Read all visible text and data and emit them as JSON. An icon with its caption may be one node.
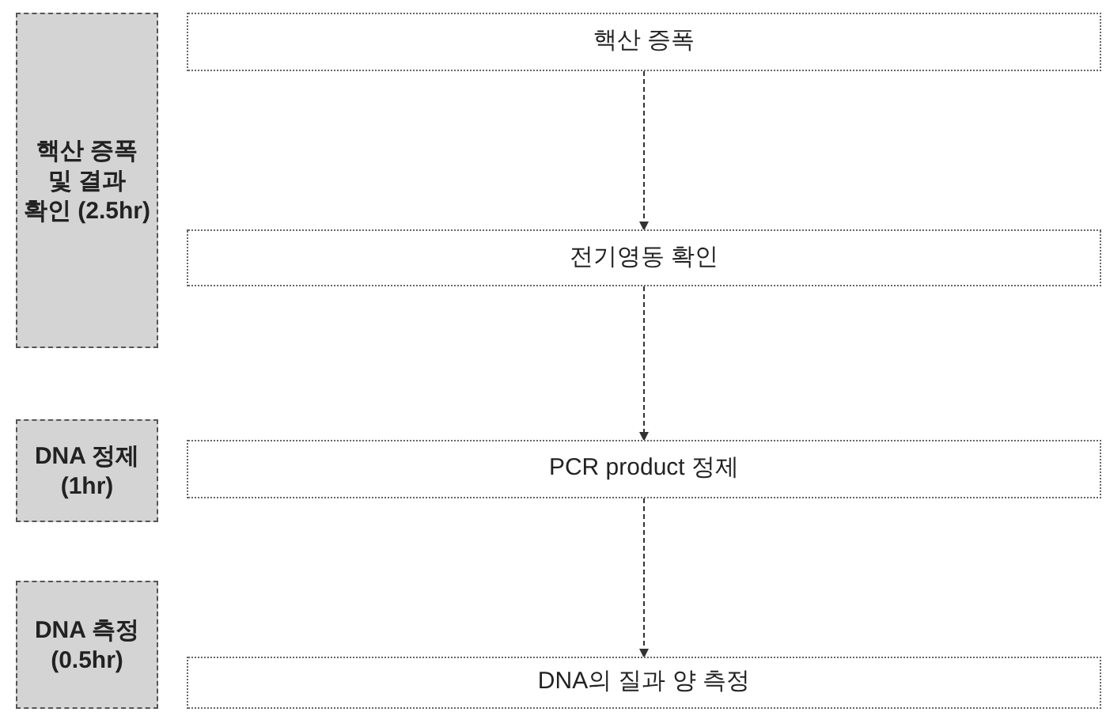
{
  "diagram": {
    "nodes": [
      {
        "text": [
          "핵산 증폭 및 결과 확인 (2.5hr)"
        ]
      },
      {
        "text": [
          "핵산 증폭"
        ]
      },
      {
        "text": [
          "전기영동 확인"
        ]
      },
      {
        "text": [
          "DNA 정제 (1hr)"
        ]
      },
      {
        "text": [
          "PCR product 정제"
        ]
      },
      {
        "text": [
          "DNA 측정 (0.5hr)"
        ]
      },
      {
        "text": [
          "DNA의 질과 양 측정"
        ]
      }
    ],
    "edges": [
      {
        "from": 1,
        "to": 2,
        "arrow": "to",
        "style": "dashed"
      },
      {
        "from": 2,
        "to": 4,
        "arrow": "to",
        "style": "dashed"
      },
      {
        "from": 4,
        "to": 6,
        "arrow": "to",
        "style": "dashed"
      }
    ]
  }
}
